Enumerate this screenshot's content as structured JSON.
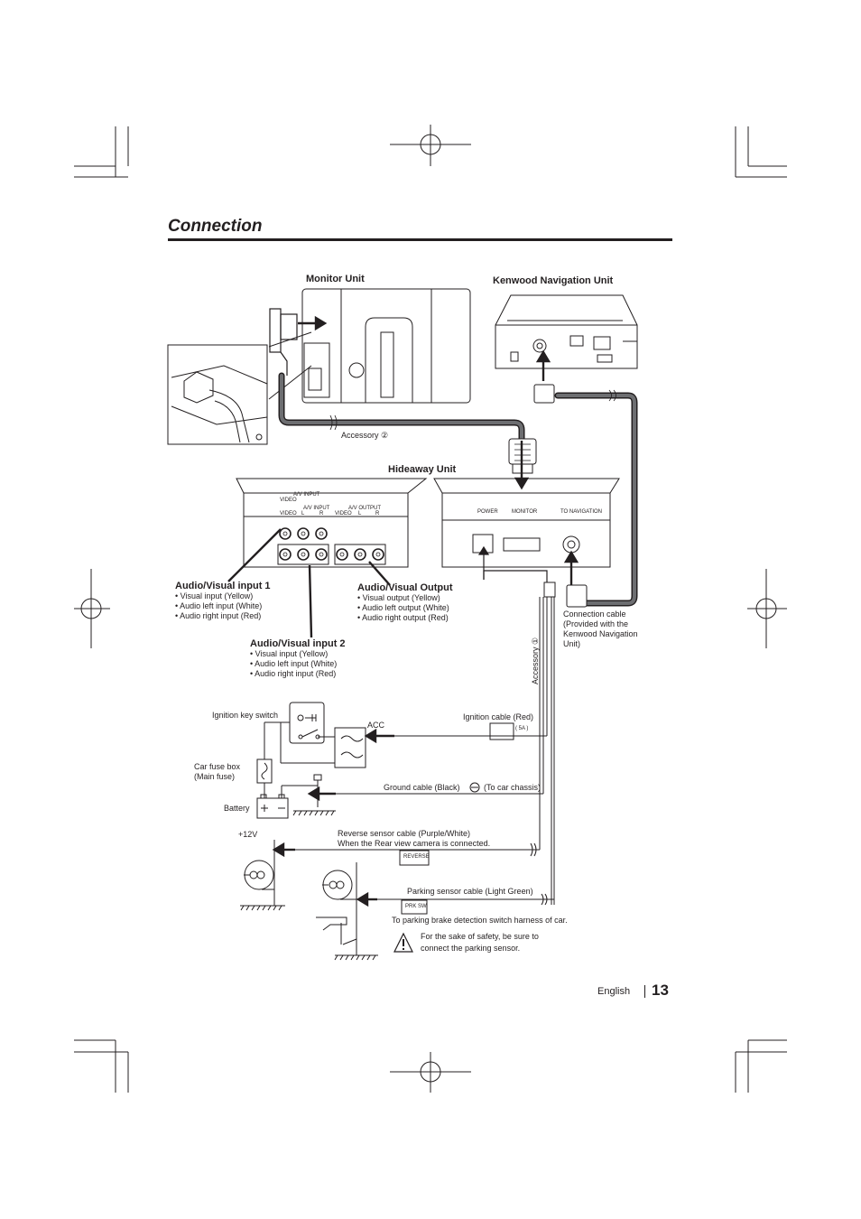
{
  "page": {
    "title": "Connection",
    "language": "English",
    "number": "13"
  },
  "units": {
    "monitor": "Monitor Unit",
    "navigation": "Kenwood Navigation Unit",
    "hideaway": "Hideaway Unit"
  },
  "accessories": {
    "acc2": "Accessory ②",
    "acc1": "Accessory ①"
  },
  "av_input_1": {
    "title": "Audio/Visual input 1",
    "items": [
      "• Visual input (Yellow)",
      "• Audio left input (White)",
      "• Audio right input (Red)"
    ]
  },
  "av_input_2": {
    "title": "Audio/Visual input 2",
    "items": [
      "• Visual input (Yellow)",
      "• Audio left input (White)",
      "• Audio right input (Red)"
    ]
  },
  "av_output": {
    "title": "Audio/Visual Output",
    "items": [
      "• Visual output (Yellow)",
      "• Audio left output (White)",
      "• Audio right output (Red)"
    ]
  },
  "connection_cable": [
    "Connection cable",
    "(Provided with the",
    "Kenwood Navigation",
    "Unit)"
  ],
  "panel_labels": {
    "av_input": "A/V INPUT",
    "av_output": "A/V OUTPUT",
    "video": "VIDEO",
    "audio_l": "L",
    "audio_r": "R",
    "power": "POWER",
    "monitor_out": "MONITOR",
    "to_navigation": "TO NAVIGATION"
  },
  "power": {
    "ignition_key": "Ignition key switch",
    "acc": "ACC",
    "ignition_cable": "Ignition cable (Red)",
    "fuse": "( 5A )",
    "fuse_box": [
      "Car fuse box",
      "(Main fuse)"
    ],
    "battery": "Battery",
    "ground": "Ground cable (Black)",
    "ground_dest": "(To car chassis)",
    "plus12": "+12V"
  },
  "sensors": {
    "reverse_cable": "Reverse sensor cable (Purple/White)",
    "reverse_note": "When the Rear view camera is connected.",
    "reverse_tag": "REVERSE",
    "parking_cable": "Parking sensor cable (Light Green)",
    "parking_tag": "PRK SW",
    "parking_note": "To parking brake detection switch harness of car.",
    "warning": [
      "For the sake of safety, be sure to",
      "connect the parking sensor."
    ]
  },
  "colors": {
    "ink": "#231f20",
    "cable": "#6d6e71",
    "cable_dark": "#414042"
  }
}
